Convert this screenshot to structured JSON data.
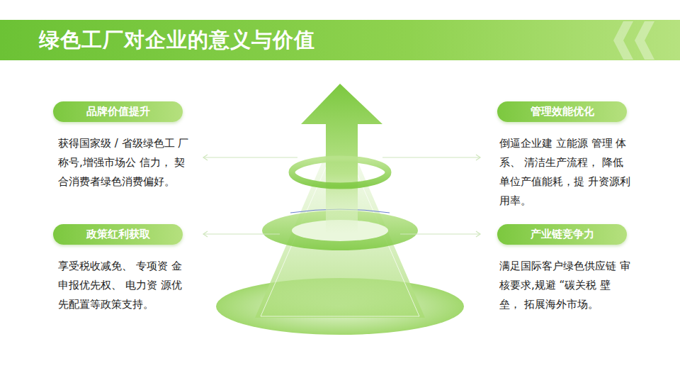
{
  "diagram": {
    "title": "绿色工厂对企业的意义与价值",
    "nodes": [
      {
        "text": [
          "品牌价值提升",
          "获得国家级 / 省级绿色工 厂称号,增强市场公 信力， 契合消费者绿色消费偏好。"
        ]
      },
      {
        "text": [
          "管理效能优化",
          "倒逼企业建 立能源 管理 体系、 清洁生产流程， 降低单位产值能耗，提 升资源利用率。"
        ]
      },
      {
        "text": [
          "政策红利获取",
          "享受税收减免、 专项资 金申报优先权、 电力资 源优先配置等政策支持。"
        ]
      },
      {
        "text": [
          "产业链竞争力",
          "满足国际客户绿色供应链 审核要求,规避 “碳关税 壁垒， 拓展海外市场。"
        ]
      }
    ]
  }
}
